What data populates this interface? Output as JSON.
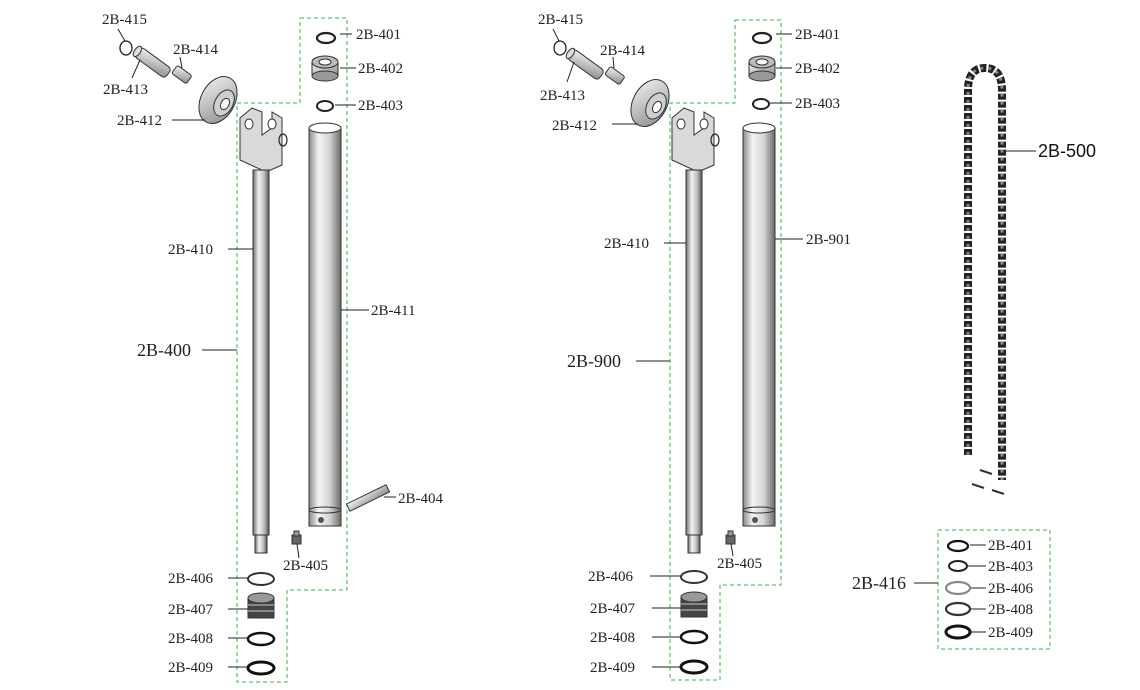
{
  "assembly_a": {
    "title": "2B-400",
    "parts": {
      "p415": "2B-415",
      "p414": "2B-414",
      "p413": "2B-413",
      "p412": "2B-412",
      "p401": "2B-401",
      "p402": "2B-402",
      "p403": "2B-403",
      "p410": "2B-410",
      "p411": "2B-411",
      "p404": "2B-404",
      "p405": "2B-405",
      "p406": "2B-406",
      "p407": "2B-407",
      "p408": "2B-408",
      "p409": "2B-409"
    }
  },
  "assembly_b": {
    "title": "2B-900",
    "parts": {
      "p415": "2B-415",
      "p414": "2B-414",
      "p413": "2B-413",
      "p412": "2B-412",
      "p401": "2B-401",
      "p402": "2B-402",
      "p403": "2B-403",
      "p410": "2B-410",
      "p901": "2B-901",
      "p405": "2B-405",
      "p406": "2B-406",
      "p407": "2B-407",
      "p408": "2B-408",
      "p409": "2B-409"
    }
  },
  "chain": {
    "label": "2B-500"
  },
  "seal_kit": {
    "title": "2B-416",
    "parts": {
      "p401": "2B-401",
      "p403": "2B-403",
      "p406": "2B-406",
      "p408": "2B-408",
      "p409": "2B-409"
    }
  }
}
